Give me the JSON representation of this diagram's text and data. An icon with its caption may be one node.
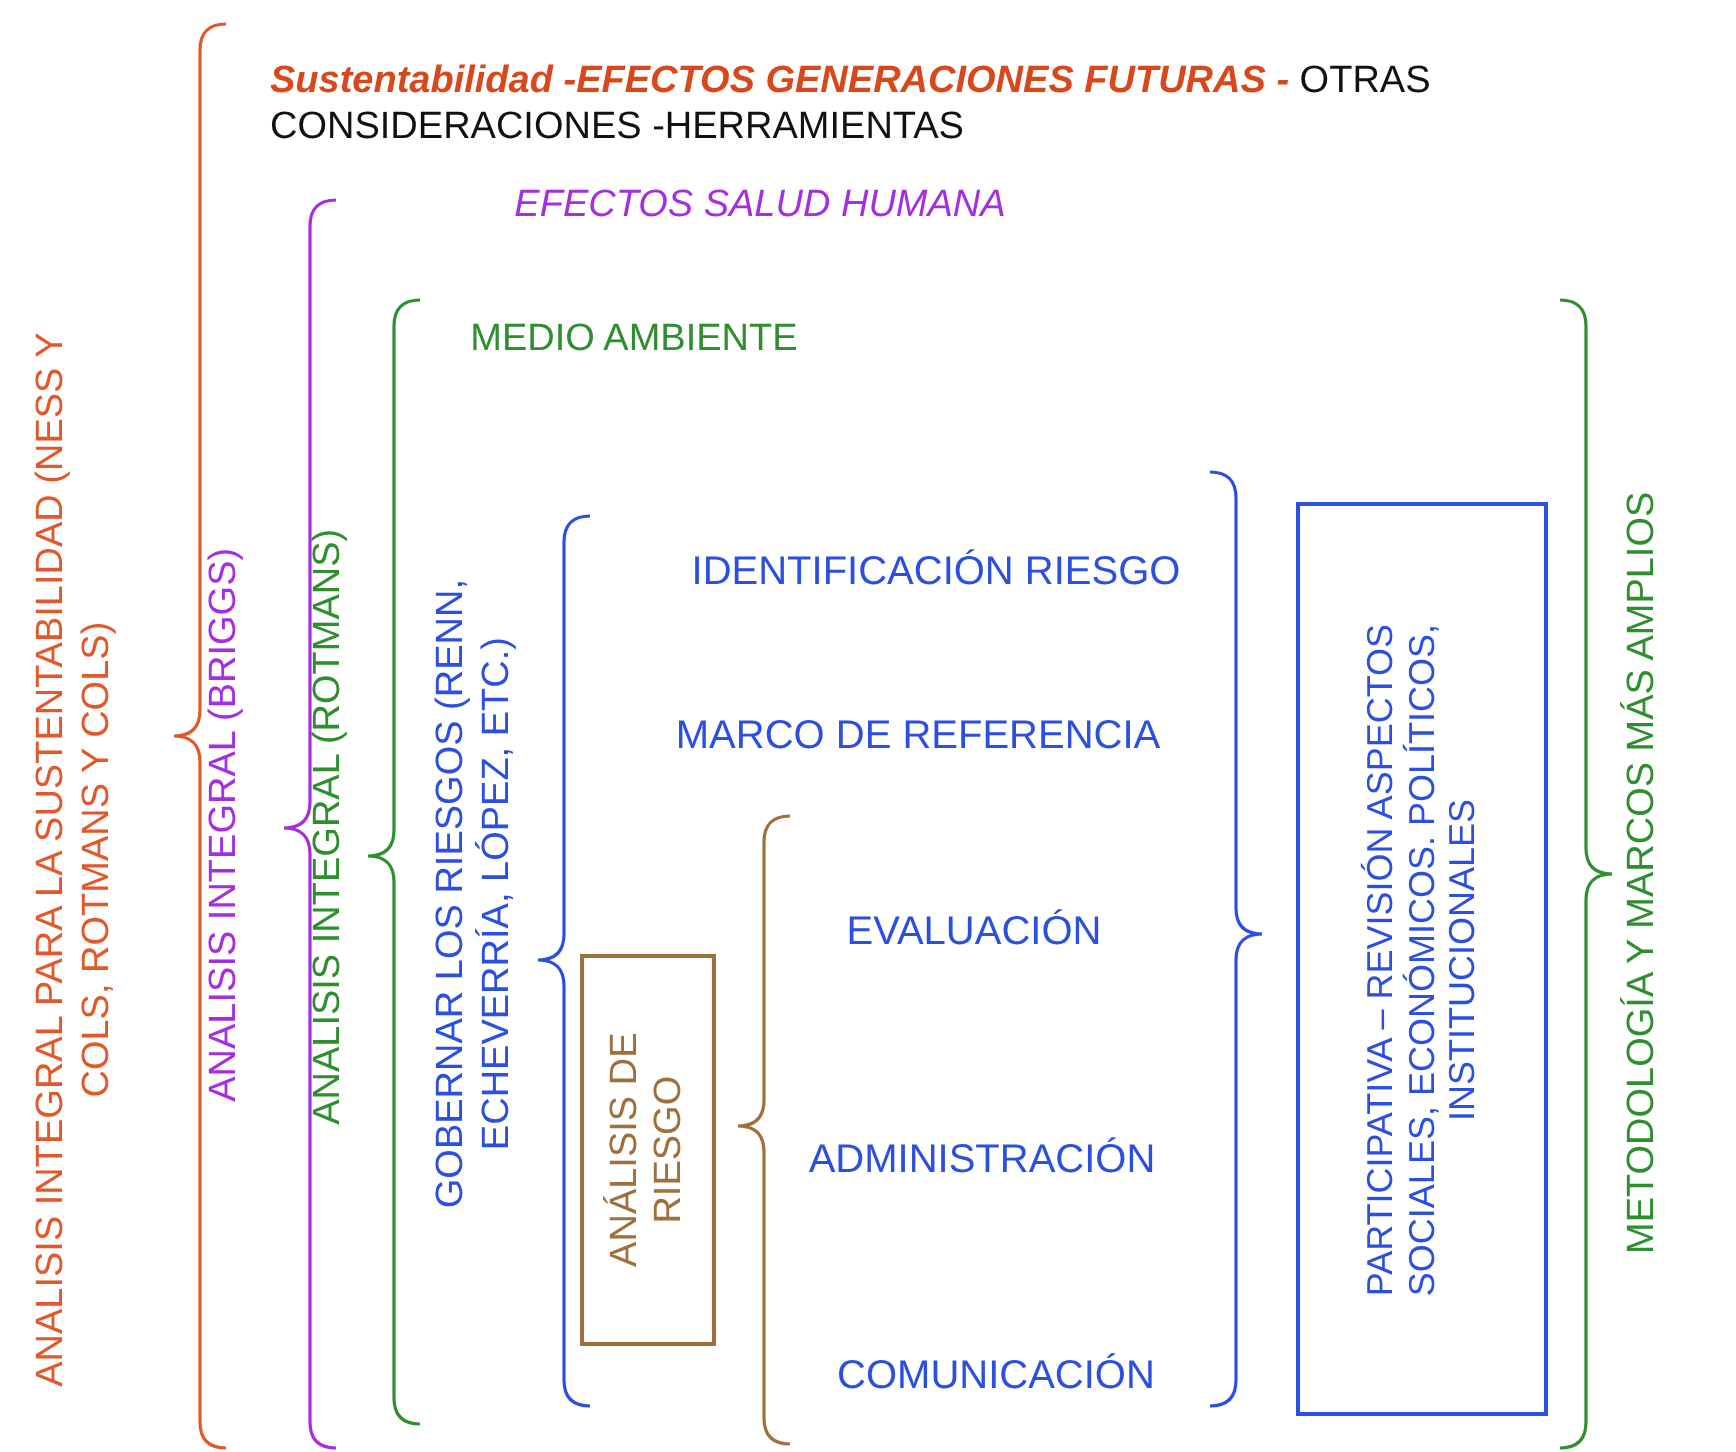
{
  "diagram": {
    "nodes": [
      {
        "text": [
          "ANÁLISIS DE RIESGO"
        ]
      },
      {
        "text": [
          "PARTICIPATIVA – REVISIÓN ASPECTOS SOCIALES, ECONÓMICOS. POLÍTICOS, INSTITUCIONALES"
        ]
      }
    ],
    "labels": [
      "**Sustentabilidad -EFECTOS GENERACIONES FUTURAS -** OTRAS CONSIDERACIONES -HERRAMIENTAS",
      "EFECTOS SALUD HUMANA",
      "MEDIO AMBIENTE",
      "ANALISIS INTEGRAL PARA LA SUSTENTABILIDAD (NESS Y COLS, ROTMANS Y COLS)",
      "ANALISIS INTEGRAL (BRIGGS)",
      "ANALISIS INTEGRAL (ROTMANS)",
      "GOBERNAR LOS RIESGOS (RENN, ECHEVERRÍA, LÓPEZ, ETC.)",
      "IDENTIFICACIÓN RIESGO",
      "MARCO DE REFERENCIA",
      "EVALUACIÓN",
      "ADMINISTRACIÓN",
      "COMUNICACIÓN",
      "METODOLOGÍA Y MARCOS MÁS AMPLIOS"
    ]
  }
}
